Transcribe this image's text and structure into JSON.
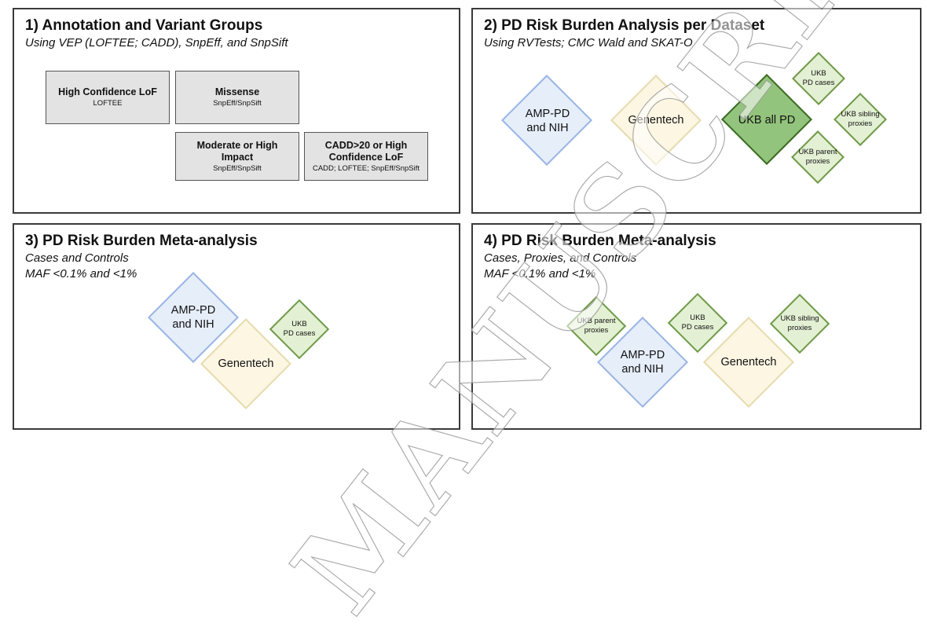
{
  "panel1": {
    "title": "1) Annotation and Variant Groups",
    "subtitle": "Using VEP (LOFTEE; CADD), SnpEff, and SnpSift",
    "boxes": [
      {
        "title": "High Confidence LoF",
        "sub": "LOFTEE"
      },
      {
        "title": "Missense",
        "sub": "SnpEff/SnpSift"
      },
      {
        "title": "Moderate or High Impact",
        "sub": "SnpEff/SnpSift"
      },
      {
        "title": "CADD>20 or High Confidence LoF",
        "sub": "CADD; LOFTEE; SnpEff/SnpSift"
      }
    ]
  },
  "panel2": {
    "title": "2) PD Risk Burden Analysis per Dataset",
    "subtitle": "Using RVTests; CMC Wald and SKAT-O",
    "amp": "AMP-PD\nand NIH",
    "genentech": "Genentech",
    "ukb_all": "UKB all PD",
    "ukb_cases": "UKB\nPD cases",
    "ukb_sibling": "UKB sibling\nproxies",
    "ukb_parent": "UKB parent\nproxies"
  },
  "panel3": {
    "title": "3) PD Risk Burden Meta-analysis",
    "subtitle1": "Cases and Controls",
    "subtitle2": "MAF <0.1% and <1%",
    "amp": "AMP-PD\nand NIH",
    "genentech": "Genentech",
    "ukb_cases": "UKB\nPD cases"
  },
  "panel4": {
    "title": "4) PD Risk Burden Meta-analysis",
    "subtitle1": "Cases, Proxies, and Controls",
    "subtitle2": "MAF <0.1% and <1%",
    "ukb_parent": "UKB parent\nproxies",
    "amp": "AMP-PD\nand NIH",
    "ukb_cases": "UKB\nPD cases",
    "genentech": "Genentech",
    "ukb_sibling": "UKB sibling\nproxies"
  },
  "watermark": "MANUSCRIPT",
  "colors": {
    "amp_fill": "#e6eefa",
    "amp_border": "#9ab5e4",
    "genentech_fill": "#fcf6e3",
    "genentech_border": "#e7dcae",
    "ukb_fill": "#e4f0d4",
    "ukb_border": "#6e9a48",
    "ukb_all_fill": "#93c47d",
    "ukb_all_border": "#3b6b23"
  }
}
